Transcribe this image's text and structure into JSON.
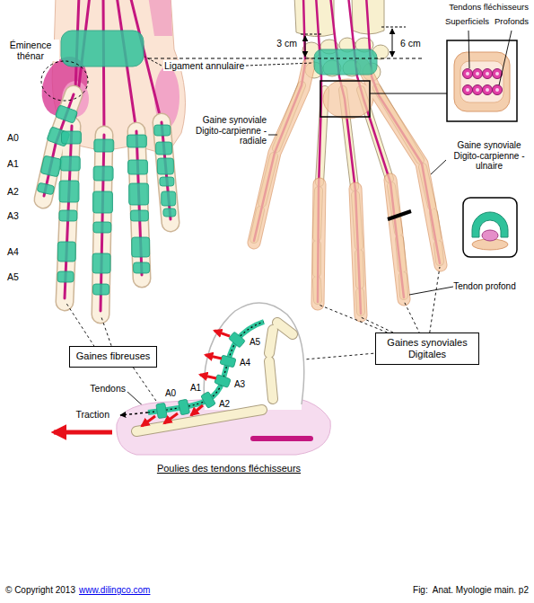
{
  "diagram": {
    "caption": "Poulies des tendons fléchisseurs",
    "nodes": [
      {
        "text": [
          "Gaines fibreuses"
        ]
      },
      {
        "text": [
          "Gaines synoviales Digitales"
        ]
      }
    ],
    "labels": [
      "Éminence thénar",
      "Ligament annulaire",
      "3 cm",
      "6 cm",
      "Tendons fléchisseurs",
      "Superficiels",
      "Profonds",
      "Gaine synoviale Digito-carpienne -radiale",
      "Gaine synoviale Digito-carpienne -ulnaire",
      "A0",
      "A1",
      "A2",
      "A3",
      "A4",
      "A5",
      "Tendon profond",
      "Tendons",
      "Traction",
      "A0",
      "A1",
      "A2",
      "A3",
      "A4",
      "A5",
      "© Copyright 2013",
      "www.dilingco.com",
      "Fig:  Anat. Myologie main. p2"
    ]
  }
}
